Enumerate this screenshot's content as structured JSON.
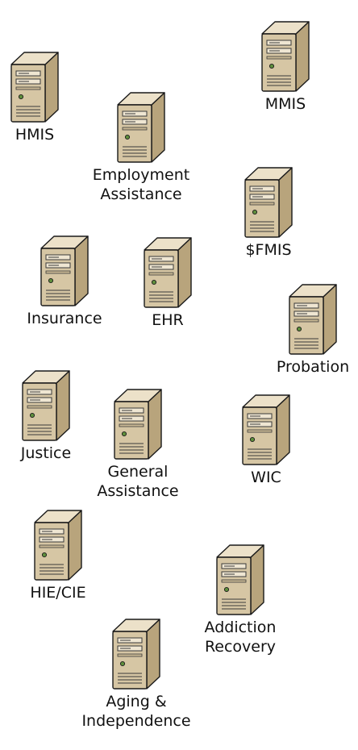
{
  "diagram": {
    "colors": {
      "case_front": "#d6c6a4",
      "case_top": "#ece1c9",
      "case_side": "#b8a47c",
      "outline": "#1a1a1a",
      "led": "#5f8f3c"
    },
    "systems": [
      {
        "id": "hmis",
        "label": "HMIS",
        "icon": "server-icon"
      },
      {
        "id": "mmis",
        "label": "MMIS",
        "icon": "server-icon"
      },
      {
        "id": "employment-assistance",
        "label": "Employment\nAssistance",
        "icon": "server-icon"
      },
      {
        "id": "fmis",
        "label": "$FMIS",
        "icon": "server-icon"
      },
      {
        "id": "insurance",
        "label": "Insurance",
        "icon": "server-icon"
      },
      {
        "id": "ehr",
        "label": "EHR",
        "icon": "server-icon"
      },
      {
        "id": "probation",
        "label": "Probation",
        "icon": "server-icon"
      },
      {
        "id": "justice",
        "label": "Justice",
        "icon": "server-icon"
      },
      {
        "id": "general-assistance",
        "label": "General\nAssistance",
        "icon": "server-icon"
      },
      {
        "id": "wic",
        "label": "WIC",
        "icon": "server-icon"
      },
      {
        "id": "hie-cie",
        "label": "HIE/CIE",
        "icon": "server-icon"
      },
      {
        "id": "addiction-recovery",
        "label": "Addiction\nRecovery",
        "icon": "server-icon"
      },
      {
        "id": "aging-independence",
        "label": "Aging &\nIndependence",
        "icon": "server-icon"
      }
    ]
  }
}
